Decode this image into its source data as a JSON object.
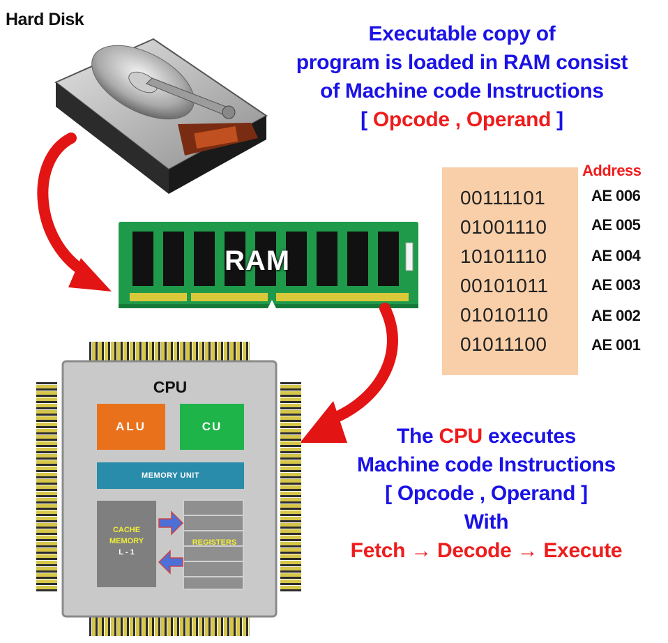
{
  "hard_disk": {
    "label": "Hard Disk"
  },
  "top_caption": {
    "line1": "Executable copy of",
    "line2": "program is loaded in  RAM  consist",
    "line3": "of  Machine code Instructions",
    "bracket_open": "[",
    "opcode": " Opcode , Operand ",
    "bracket_close": "]"
  },
  "ram": {
    "label": "RAM"
  },
  "memory_table": {
    "address_header": "Address",
    "rows": [
      {
        "binary": "00111101",
        "address": "AE 006"
      },
      {
        "binary": "01001110",
        "address": "AE 005"
      },
      {
        "binary": "10101110",
        "address": "AE 004"
      },
      {
        "binary": "00101011",
        "address": "AE 003"
      },
      {
        "binary": "01010110",
        "address": "AE 002"
      },
      {
        "binary": "01011100",
        "address": "AE 001"
      }
    ]
  },
  "cpu": {
    "title": "CPU",
    "alu": "ALU",
    "cu": "CU",
    "memory_unit": "MEMORY UNIT",
    "cache_line1": "CACHE",
    "cache_line2": "MEMORY",
    "cache_level": "L - 1",
    "registers": "REGISTERS"
  },
  "bottom_caption": {
    "the": "The ",
    "cpu": "CPU",
    "executes": " executes",
    "line2": "Machine code Instructions",
    "line3": "[ Opcode , Operand ]",
    "line4": "With",
    "fetch": "Fetch",
    "decode": " Decode ",
    "execute": " Execute",
    "arrow": "→"
  },
  "colors": {
    "caption_blue": "#1a12e6",
    "caption_red": "#ee1c1c",
    "ram_board": "#1e9a4a",
    "memory_panel": "#f8cfa9",
    "alu": "#e9711c",
    "cu": "#1fb44a",
    "memory_unit": "#2a8cab",
    "arrow": "#e31414"
  }
}
